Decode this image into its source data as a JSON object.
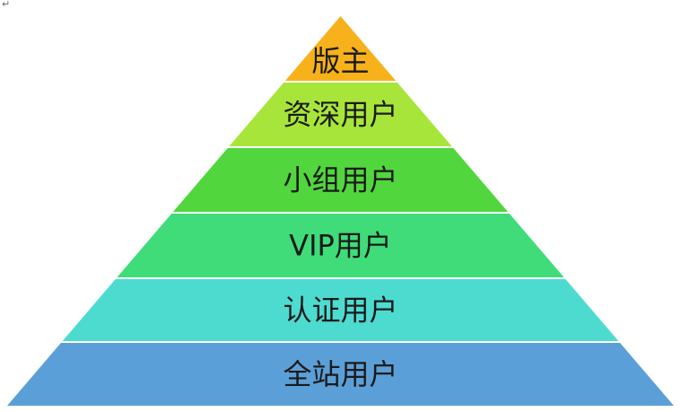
{
  "corner_mark": "↵",
  "pyramid": {
    "tiers": [
      {
        "label": "版主",
        "color": "#f7b21b"
      },
      {
        "label": "资深用户",
        "color": "#a8e53a"
      },
      {
        "label": "小组用户",
        "color": "#52d63e"
      },
      {
        "label": "VIP用户",
        "color": "#3fdc79"
      },
      {
        "label": "认证用户",
        "color": "#4ddbd0"
      },
      {
        "label": "全站用户",
        "color": "#5b9fd8"
      }
    ]
  }
}
